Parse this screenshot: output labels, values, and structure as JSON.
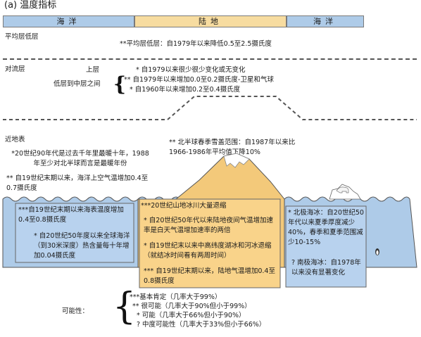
{
  "title": "(a)  温度指标",
  "surface_bands": {
    "ocean_left": "海洋",
    "land": "陆地",
    "ocean_right": "海洋"
  },
  "stratosphere": {
    "label": "平均层低层",
    "note": "**平均层低层：自1979年以来降低0.5至2.5摄氏度"
  },
  "troposphere": {
    "label": "对流层",
    "upper_label": "上层",
    "upper_note": "* 自1979以来很少很少变化或无变化",
    "lower_label": "低层到中层之间",
    "lower_note_1": "** 自1979年以来增加0.0至0.2摄氏度-卫星和气球",
    "lower_note_2": "* 自1960年以来增加0.2至0.4摄氏度"
  },
  "near_surface": {
    "label": "近地表",
    "note_1": "*20世纪90年代是过去千年里最暖十年，1988年至少对北半球而言是最暖年份",
    "note_2": "** 自19世纪末期以来，海洋上空气温增加0.4至0.7摄氏度",
    "snow_note": "** 北半球春季雪盖范围：自1987年以来比1966-1986年平均值下降10%"
  },
  "ocean_left_box": {
    "note_1": "***自19世纪末期以来海表温度增加0.4至0.8摄氏度",
    "note_2": "* 自20世纪50年度以来全球海洋（到30米深度）热含量每十年增加0.04摄氏度"
  },
  "land_box": {
    "glacier": "***20世纪山地冰川大量退缩",
    "note_1": "* 自20世纪50年代以来陆地夜间气温增加速率是白天气温增加速率的两倍",
    "note_2": "* 自19世纪末以来中高纬度湖冰和河冰退缩（就结冰时间看有两周时间）",
    "note_3": "*** 自19世纪末期以来，陆地气温增加0.4至0.8摄氏度"
  },
  "ocean_right_box": {
    "arctic": "* 北极海冰：自20世纪50年代以来夏季厚度减少40%，春季和夏季范围减少10-15%",
    "antarctic": "? 南极海冰：自1978年以来没有显著变化"
  },
  "likelihood": {
    "label": "可能性：",
    "l1": "***基本肯定（几率大于99%）",
    "l2": "** 很可能（几率大于90%但小于99%）",
    "l3": "* 可能（几率大于66%但小于90%）",
    "l4": "? 中度可能性（几率大于33%但小于66%）"
  },
  "colors": {
    "ocean": "#aecbe8",
    "land": "#f7dca0",
    "land_box": "#f9d38a",
    "ocean_box": "#b8d2ee",
    "mountain": "#f3c97a"
  }
}
